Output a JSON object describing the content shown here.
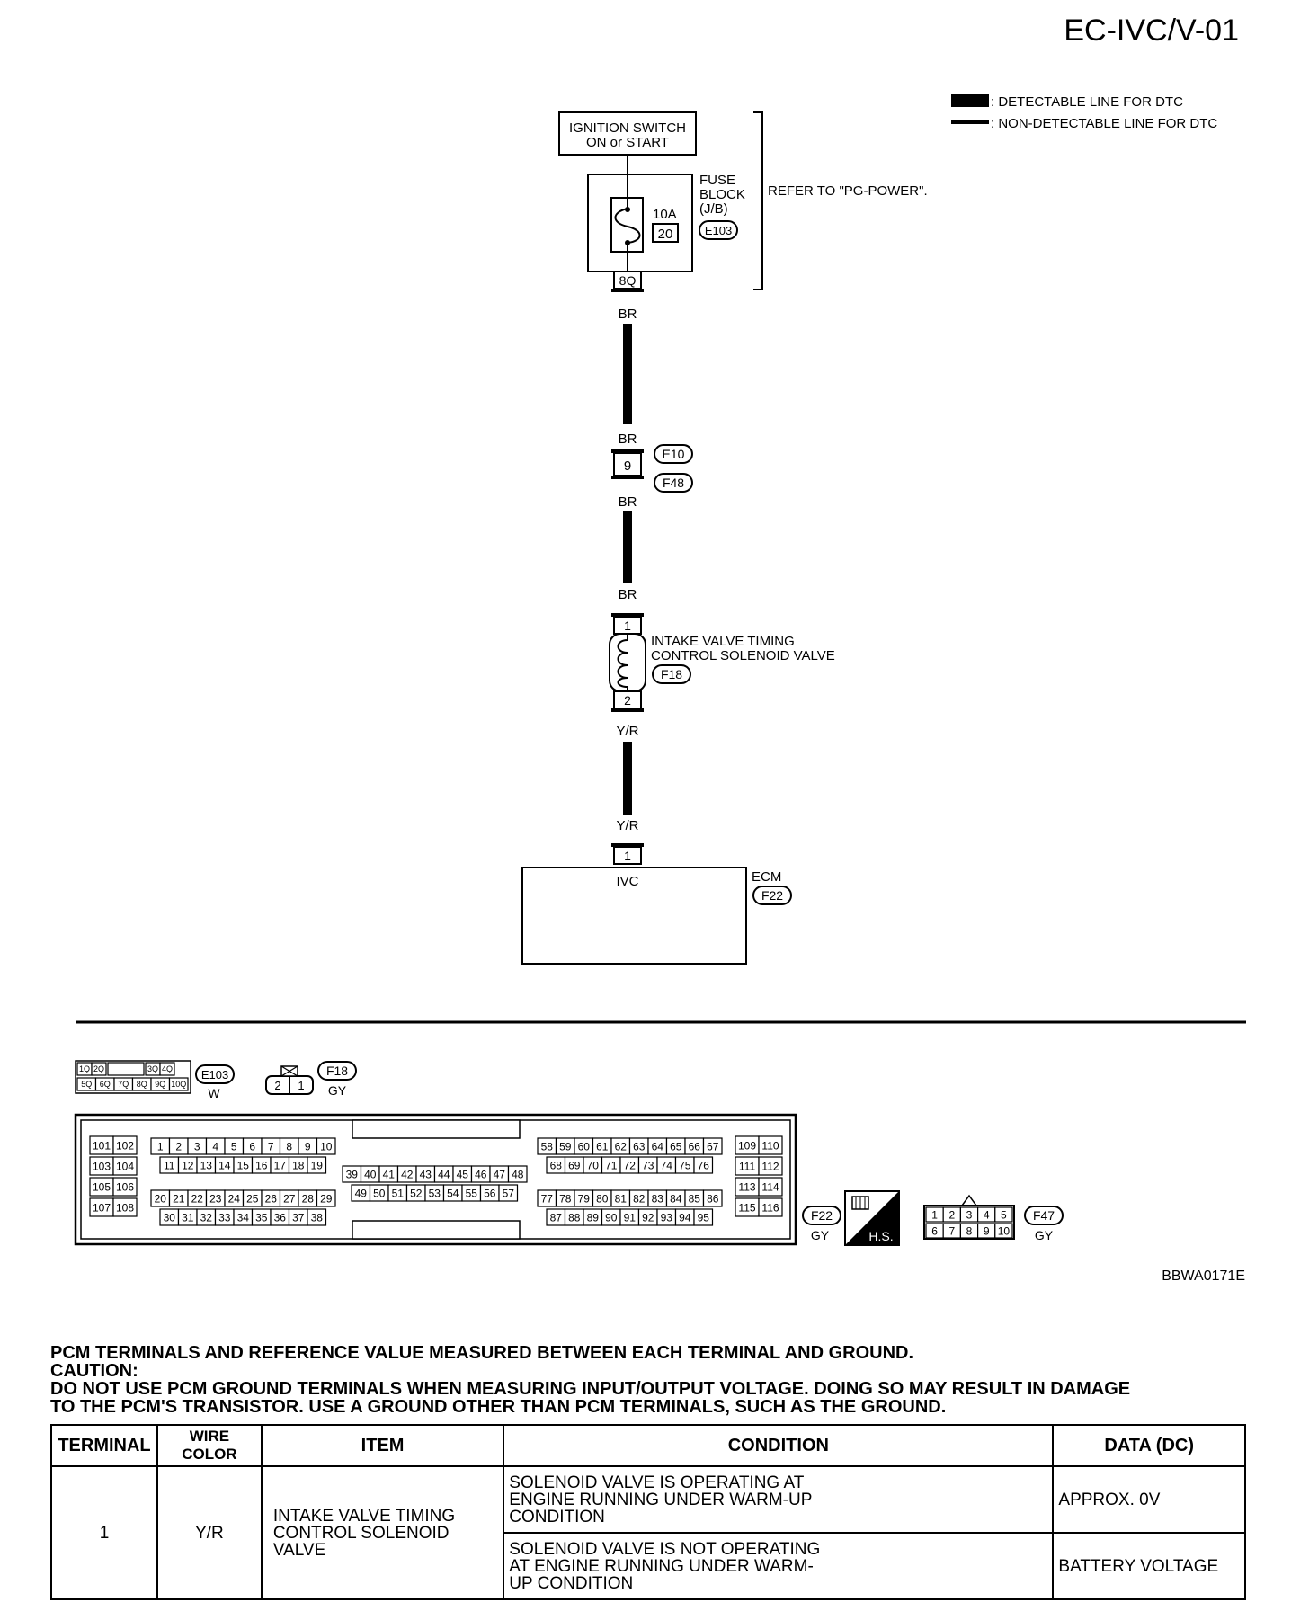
{
  "page_code": "EC-IVC/V-01",
  "legend": {
    "detectable": ": DETECTABLE LINE FOR DTC",
    "non_detectable": ": NON-DETECTABLE LINE FOR DTC"
  },
  "ignition_switch": {
    "line1": "IGNITION SWITCH",
    "line2": "ON or START"
  },
  "fuse_block": {
    "label_lines": [
      "FUSE",
      "BLOCK",
      "(J/B)"
    ],
    "connector": "E103",
    "fuse_amp": "10A",
    "fuse_no": "20",
    "terminal": "8Q",
    "refer": "REFER TO \"PG-POWER\"."
  },
  "wire_labels": {
    "br": "BR",
    "yr": "Y/R"
  },
  "joint_connector": {
    "pin": "9",
    "upper": "E10",
    "lower": "F48"
  },
  "solenoid": {
    "line1": "INTAKE VALVE TIMING",
    "line2": "CONTROL SOLENOID VALVE",
    "connector": "F18",
    "pin_top": "1",
    "pin_bottom": "2"
  },
  "ecm": {
    "label": "ECM",
    "connector": "F22",
    "pin": "1",
    "terminal_name": "IVC"
  },
  "connector_views": {
    "e103": {
      "top": [
        "1Q",
        "2Q",
        "",
        "3Q",
        "4Q"
      ],
      "bottom": [
        "5Q",
        "6Q",
        "7Q",
        "8Q",
        "9Q",
        "10Q"
      ],
      "id": "E103",
      "color": "W"
    },
    "f18": {
      "pins": [
        "2",
        "1"
      ],
      "id": "F18",
      "color": "GY"
    },
    "f22": {
      "left_pairs": [
        [
          "101",
          "102"
        ],
        [
          "103",
          "104"
        ],
        [
          "105",
          "106"
        ],
        [
          "107",
          "108"
        ]
      ],
      "right_pairs": [
        [
          "109",
          "110"
        ],
        [
          "111",
          "112"
        ],
        [
          "113",
          "114"
        ],
        [
          "115",
          "116"
        ]
      ],
      "b1_r1": [
        "1",
        "2",
        "3",
        "4",
        "5",
        "6",
        "7",
        "8",
        "9",
        "10"
      ],
      "b1_r2": [
        "11",
        "12",
        "13",
        "14",
        "15",
        "16",
        "17",
        "18",
        "19"
      ],
      "b1_r3": [
        "20",
        "21",
        "22",
        "23",
        "24",
        "25",
        "26",
        "27",
        "28",
        "29"
      ],
      "b1_r4": [
        "30",
        "31",
        "32",
        "33",
        "34",
        "35",
        "36",
        "37",
        "38"
      ],
      "b2_r1": [
        "39",
        "40",
        "41",
        "42",
        "43",
        "44",
        "45",
        "46",
        "47",
        "48"
      ],
      "b2_r2": [
        "49",
        "50",
        "51",
        "52",
        "53",
        "54",
        "55",
        "56",
        "57"
      ],
      "b3_r1": [
        "58",
        "59",
        "60",
        "61",
        "62",
        "63",
        "64",
        "65",
        "66",
        "67"
      ],
      "b3_r2": [
        "68",
        "69",
        "70",
        "71",
        "72",
        "73",
        "74",
        "75",
        "76"
      ],
      "b3_r3": [
        "77",
        "78",
        "79",
        "80",
        "81",
        "82",
        "83",
        "84",
        "85",
        "86"
      ],
      "b3_r4": [
        "87",
        "88",
        "89",
        "90",
        "91",
        "92",
        "93",
        "94",
        "95"
      ],
      "id": "F22",
      "color": "GY",
      "hs": "H.S."
    },
    "f47": {
      "top": [
        "1",
        "2",
        "3",
        "4",
        "5"
      ],
      "bottom": [
        "6",
        "7",
        "8",
        "9",
        "10"
      ],
      "id": "F47",
      "color": "GY"
    }
  },
  "figure_id": "BBWA0171E",
  "notes": [
    "PCM TERMINALS AND REFERENCE VALUE MEASURED BETWEEN EACH TERMINAL AND GROUND.",
    "CAUTION:",
    "DO NOT USE PCM GROUND TERMINALS WHEN MEASURING INPUT/OUTPUT VOLTAGE. DOING SO MAY RESULT IN DAMAGE",
    "TO THE PCM'S TRANSISTOR. USE A GROUND OTHER THAN PCM TERMINALS, SUCH AS THE GROUND."
  ],
  "table": {
    "headers": [
      "TERMINAL",
      "WIRE COLOR",
      "ITEM",
      "CONDITION",
      "DATA (DC)"
    ],
    "terminal": "1",
    "wire_color": "Y/R",
    "item": "INTAKE VALVE TIMING CONTROL SOLENOID VALVE",
    "rows": [
      {
        "condition": "SOLENOID VALVE IS OPERATING AT ENGINE RUNNING UNDER WARM-UP CONDITION",
        "data": "APPROX. 0V"
      },
      {
        "condition": "SOLENOID VALVE IS NOT OPERATING AT ENGINE RUNNING UNDER WARM-UP CONDITION",
        "data": "BATTERY VOLTAGE"
      }
    ]
  }
}
